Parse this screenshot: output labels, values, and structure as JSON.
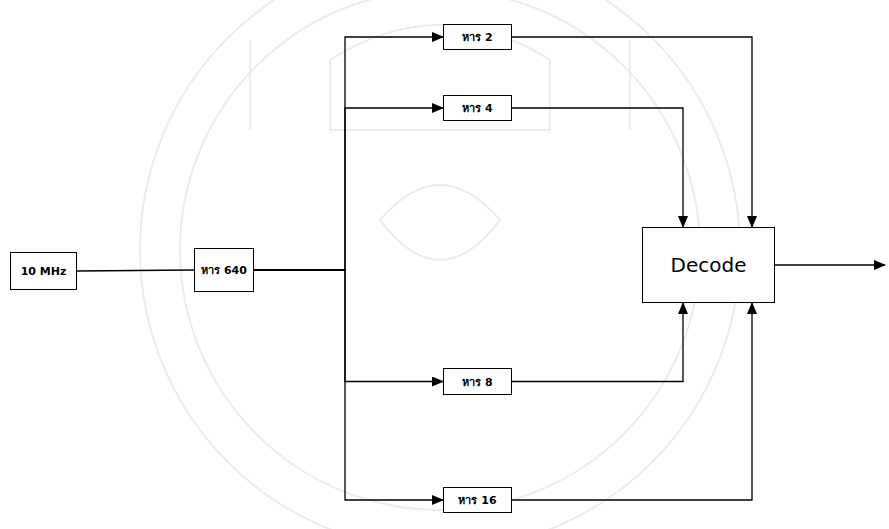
{
  "diagram": {
    "nodes": [
      {
        "text": [
          "10 MHz"
        ]
      },
      {
        "text": [
          "หาร 640"
        ]
      },
      {
        "text": [
          "หาร 2"
        ]
      },
      {
        "text": [
          "หาร 4"
        ]
      },
      {
        "text": [
          "Decode"
        ]
      },
      {
        "text": [
          "หาร 8"
        ]
      },
      {
        "text": [
          "หาร 16"
        ]
      }
    ],
    "edges": [
      {
        "from": 0,
        "to": 1,
        "arrow": "none"
      },
      {
        "from": 1,
        "to": 2,
        "arrow": "to"
      },
      {
        "from": 1,
        "to": 3,
        "arrow": "to"
      },
      {
        "from": 1,
        "to": 5,
        "arrow": "to"
      },
      {
        "from": 1,
        "to": 6,
        "arrow": "to"
      },
      {
        "from": 2,
        "to": 4,
        "arrow": "to"
      },
      {
        "from": 3,
        "to": 4,
        "arrow": "to"
      },
      {
        "from": 5,
        "to": 4,
        "arrow": "to"
      },
      {
        "from": 6,
        "to": 4,
        "arrow": "to"
      }
    ]
  }
}
